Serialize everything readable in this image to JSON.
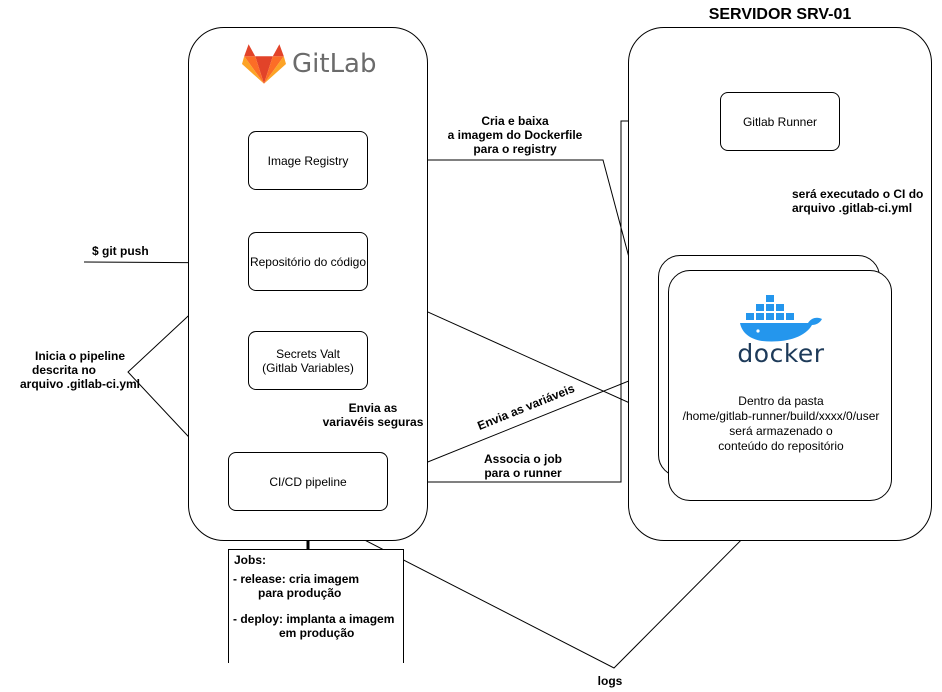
{
  "server_title": "SERVIDOR SRV-01",
  "gitlab": {
    "brand": "GitLab",
    "logo_colors": [
      "#e24329",
      "#fc6d26",
      "#fca326"
    ]
  },
  "nodes": {
    "image_registry": "Image Registry",
    "repo": "Repositório do código",
    "secrets": [
      "Secrets Valt",
      "(Gitlab Variables)"
    ],
    "pipeline": "CI/CD pipeline",
    "runner": "Gitlab Runner"
  },
  "docker": {
    "brand": "docker",
    "brand_color": "#1d3a59",
    "whale_color": "#2496ed",
    "note": [
      "Dentro da pasta",
      "/home/gitlab-runner/build/xxxx/0/user",
      "será armazenado o",
      "conteúdo do repositório"
    ]
  },
  "labels": {
    "git_push": "$ git push",
    "inicia": [
      "Inicia o pipeline",
      "descrita no",
      "arquivo .gitlab-ci.yml"
    ],
    "cria_baixa": [
      "Cria e baixa",
      "a imagem do Dockerfile",
      "para o registry"
    ],
    "executado": [
      "será executado o CI do",
      "arquivo .gitlab-ci.yml"
    ],
    "envia_seguras": [
      "Envia as",
      "variavéis seguras"
    ],
    "envia_variaveis": "Envia as variáveis",
    "associa": [
      "Associa o job",
      "para o runner"
    ],
    "logs": "logs"
  },
  "jobs": {
    "title": "Jobs:",
    "release": [
      "- release: cria imagem",
      "para produção"
    ],
    "deploy": [
      "- deploy: implanta a imagem",
      "em produção"
    ]
  }
}
